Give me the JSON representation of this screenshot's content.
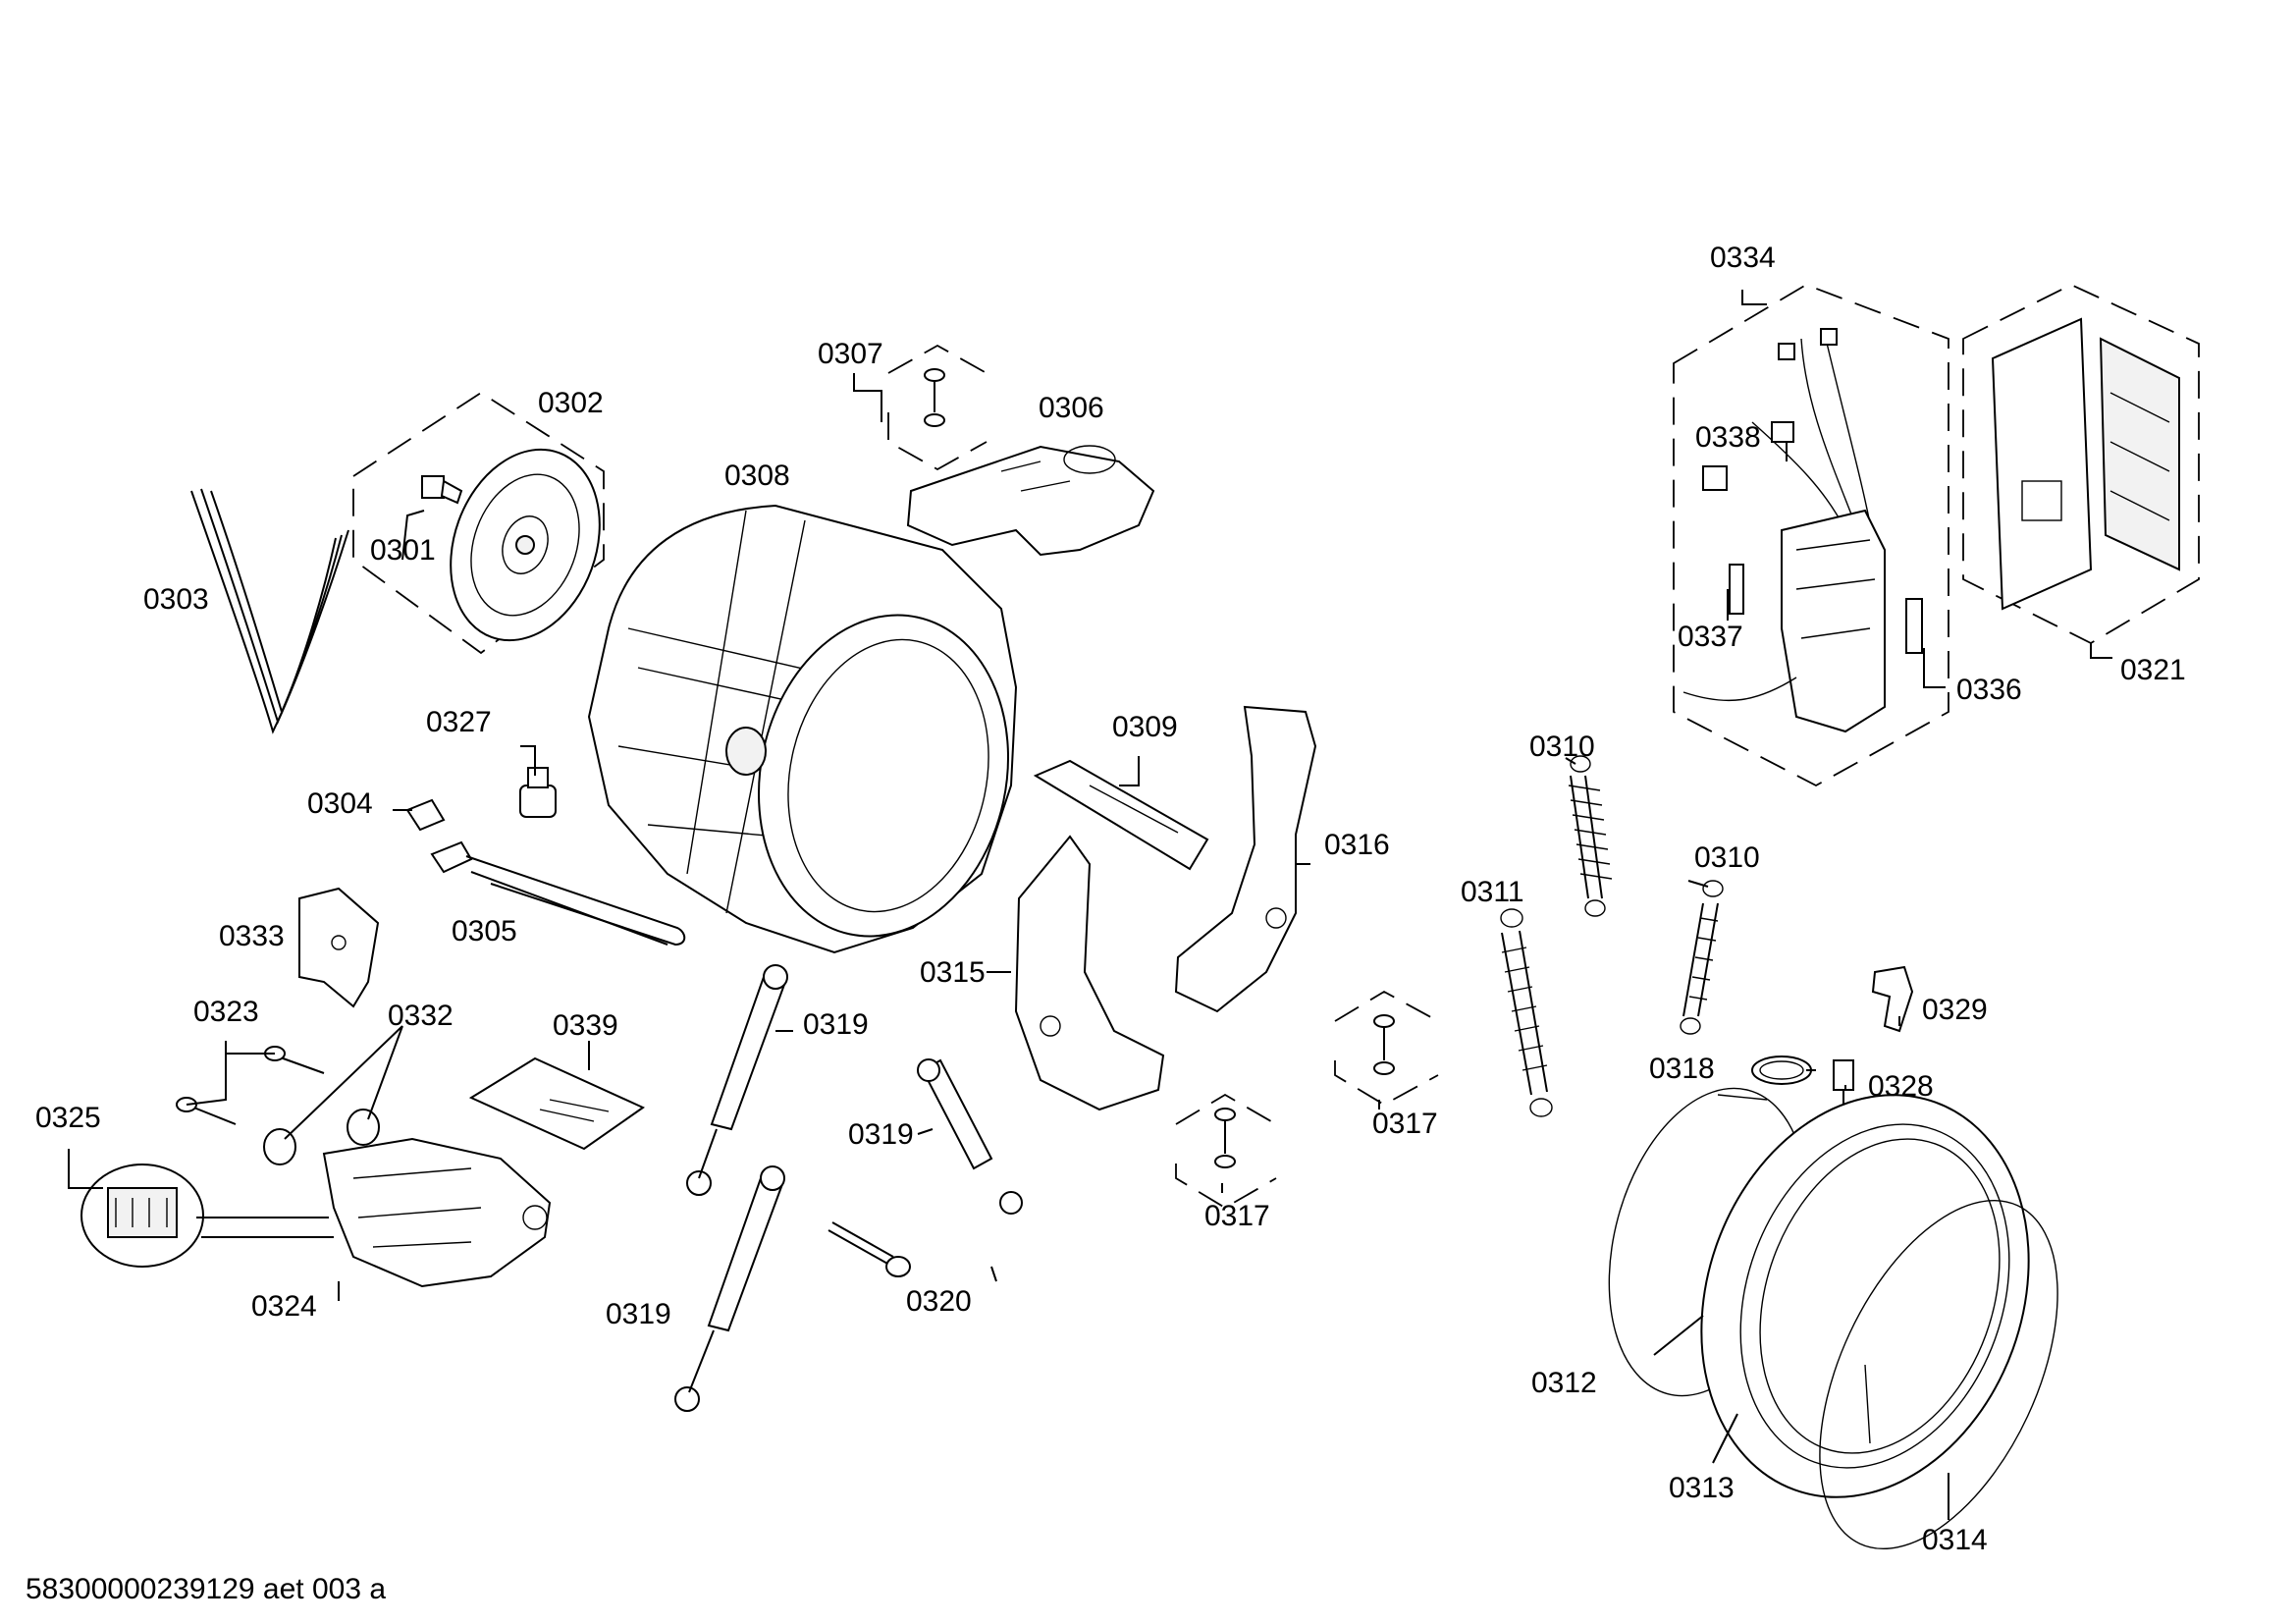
{
  "diagram": {
    "labels": {
      "p0301": "0301",
      "p0302": "0302",
      "p0303": "0303",
      "p0304": "0304",
      "p0305": "0305",
      "p0306": "0306",
      "p0307": "0307",
      "p0308": "0308",
      "p0309": "0309",
      "p0310a": "0310",
      "p0310b": "0310",
      "p0311": "0311",
      "p0312": "0312",
      "p0313": "0313",
      "p0314": "0314",
      "p0315": "0315",
      "p0316": "0316",
      "p0317a": "0317",
      "p0317b": "0317",
      "p0318": "0318",
      "p0319a": "0319",
      "p0319b": "0319",
      "p0319c": "0319",
      "p0320": "0320",
      "p0321": "0321",
      "p0323": "0323",
      "p0324": "0324",
      "p0325": "0325",
      "p0327": "0327",
      "p0328": "0328",
      "p0329": "0329",
      "p0332": "0332",
      "p0333": "0333",
      "p0334": "0334",
      "p0336": "0336",
      "p0337": "0337",
      "p0338": "0338",
      "p0339": "0339"
    },
    "footer": "58300000239129 aet 003 a"
  }
}
